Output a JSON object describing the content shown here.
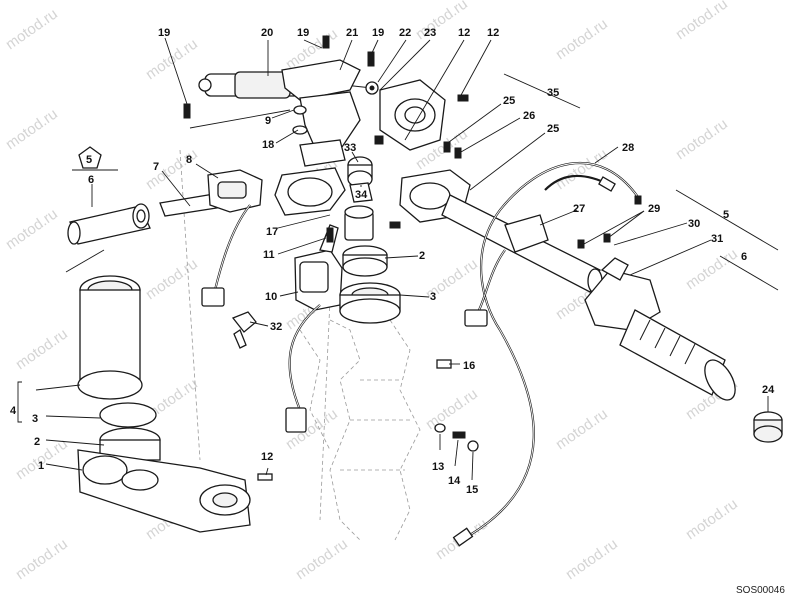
{
  "watermark": "motod.ru",
  "drawing_code": "SOS00046",
  "callouts": {
    "c1": "1",
    "c2a": "2",
    "c2b": "2",
    "c3a": "3",
    "c3b": "3",
    "c4": "4",
    "c5a": "5",
    "c5b": "5",
    "c6a": "6",
    "c6b": "6",
    "c7": "7",
    "c8": "8",
    "c9": "9",
    "c10": "10",
    "c11": "11",
    "c12a": "12",
    "c12b": "12",
    "c12c": "12",
    "c13": "13",
    "c14": "14",
    "c15": "15",
    "c16": "16",
    "c17": "17",
    "c18": "18",
    "c19a": "19",
    "c19b": "19",
    "c19c": "19",
    "c20": "20",
    "c21": "21",
    "c22": "22",
    "c23": "23",
    "c24": "24",
    "c25a": "25",
    "c25b": "25",
    "c26": "26",
    "c27": "27",
    "c28": "28",
    "c29": "29",
    "c30": "30",
    "c31": "31",
    "c32": "32",
    "c33": "33",
    "c34": "34",
    "c35": "35"
  }
}
